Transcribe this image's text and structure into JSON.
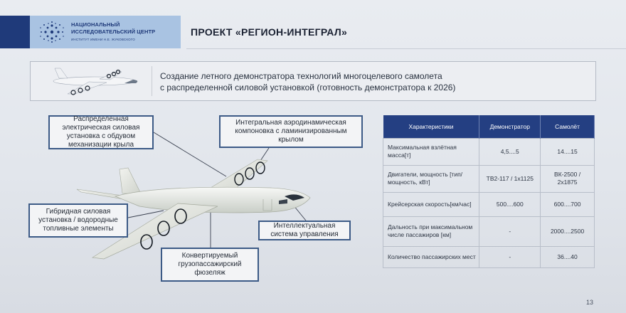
{
  "header": {
    "logo": {
      "line1": "НАЦИОНАЛЬНЫЙ",
      "line2": "ИССЛЕДОВАТЕЛЬСКИЙ ЦЕНТР",
      "line3": "ИНСТИТУТ ИМЕНИ Н.Е. ЖУКОВСКОГО"
    },
    "title": "ПРОЕКТ «РЕГИОН-ИНТЕГРАЛ»"
  },
  "subtitle": {
    "line1": "Создание летного демонстратора технологий многоцелевого самолета",
    "line2": "с распределенной силовой установкой (готовность демонстратора к 2026)"
  },
  "callouts": {
    "distributed_power": "Распределенная электрическая силовая установка с обдувом механизации крыла",
    "integral_layout": "Интегральная аэродинамическая компоновка с ламинизированным крылом",
    "hybrid_power": "Гибридная силовая установка / водородные топливные элементы",
    "intelligent_control": "Интеллектуальная система управления",
    "convertible_fuselage": "Конвертируемый грузопассажирский фюзеляж"
  },
  "table": {
    "headers": [
      "Характеристики",
      "Демонстратор",
      "Самолёт"
    ],
    "rows": [
      {
        "param": "Максимальная взлётная масса[т]",
        "demo": "4,5....5",
        "plane": "14....15"
      },
      {
        "param": "Двигатели, мощность [тип/мощность, кВт]",
        "demo": "ТВ2-117 / 1х1125",
        "plane": "ВК-2500 / 2х1875"
      },
      {
        "param": "Крейсерская скорость[км/час]",
        "demo": "500....600",
        "plane": "600....700"
      },
      {
        "param": "Дальность при максимальном числе пассажиров [км]",
        "demo": "-",
        "plane": "2000....2500"
      },
      {
        "param": "Количество пассажирских мест",
        "demo": "-",
        "plane": "36....40"
      }
    ]
  },
  "page_number": "13",
  "colors": {
    "accent_navy": "#1f3a7a",
    "table_header": "#243f82",
    "logo_bg": "#a9c3e2",
    "callout_border": "#3c5a86"
  },
  "icons": [
    "logo-dots-icon",
    "airplane-illustration",
    "airplane-thumbnail"
  ]
}
